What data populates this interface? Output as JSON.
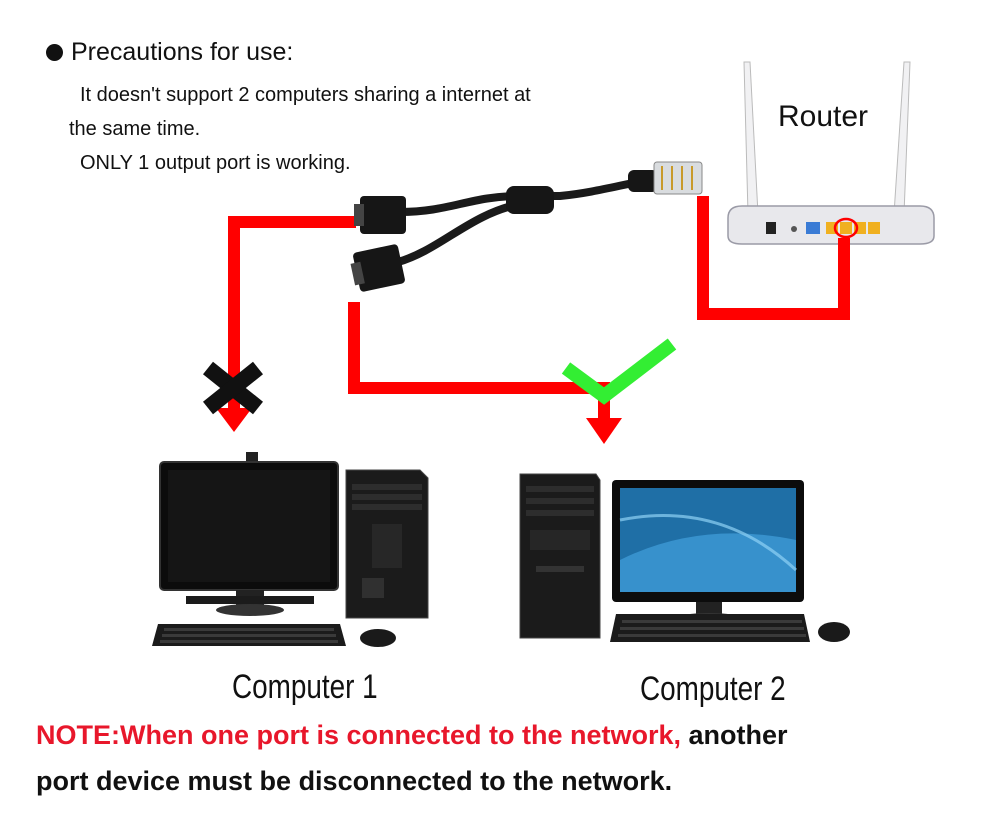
{
  "precautions": {
    "heading": "Precautions for use:",
    "line1": "It doesn't support 2 computers sharing a internet at",
    "line2": "the same time.",
    "line3": "ONLY 1 output port is working."
  },
  "router": {
    "label": "Router"
  },
  "computers": {
    "computer1_label": "Computer 1",
    "computer2_label": "Computer 2"
  },
  "note": {
    "red_part": "NOTE:When one port is connected to the network,",
    "black_part": " another",
    "line2": "port device must be disconnected to the network."
  },
  "colors": {
    "wire": "#ff0000",
    "check": "#33ee33",
    "cross": "#111111",
    "note_red": "#e8172b"
  },
  "icons": [
    "bullet-dot",
    "router-icon",
    "ethernet-splitter-cable-icon",
    "x-mark-icon",
    "check-mark-icon",
    "desktop-computer-icon"
  ]
}
